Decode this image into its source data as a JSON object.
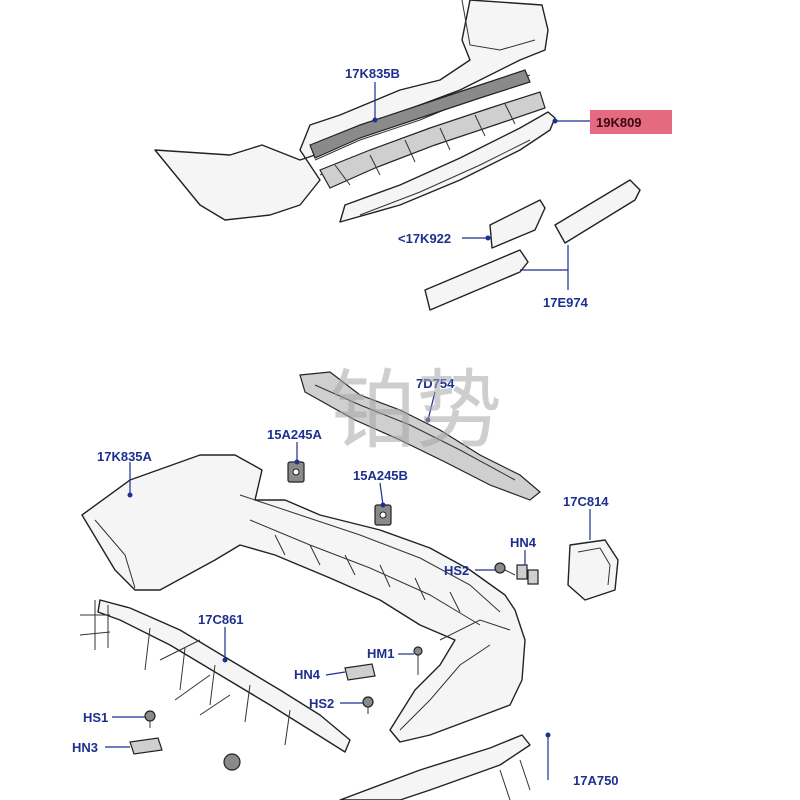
{
  "watermark": "铂势",
  "callouts": {
    "k835b": "17K835B",
    "k809": "19K809",
    "k922": "<17K922",
    "e974": "17E974",
    "d754": "7D754",
    "a245a": "15A245A",
    "k835a": "17K835A",
    "a245b": "15A245B",
    "c814": "17C814",
    "hn4_right": "HN4",
    "hs2_right": "HS2",
    "c861": "17C861",
    "hm1": "HM1",
    "hn4_left": "HN4",
    "hs2_left": "HS2",
    "hs1": "HS1",
    "hn3": "HN3",
    "a750": "17A750"
  },
  "colors": {
    "callout_text": "#1d2f8f",
    "highlight": "#e36a7f"
  }
}
